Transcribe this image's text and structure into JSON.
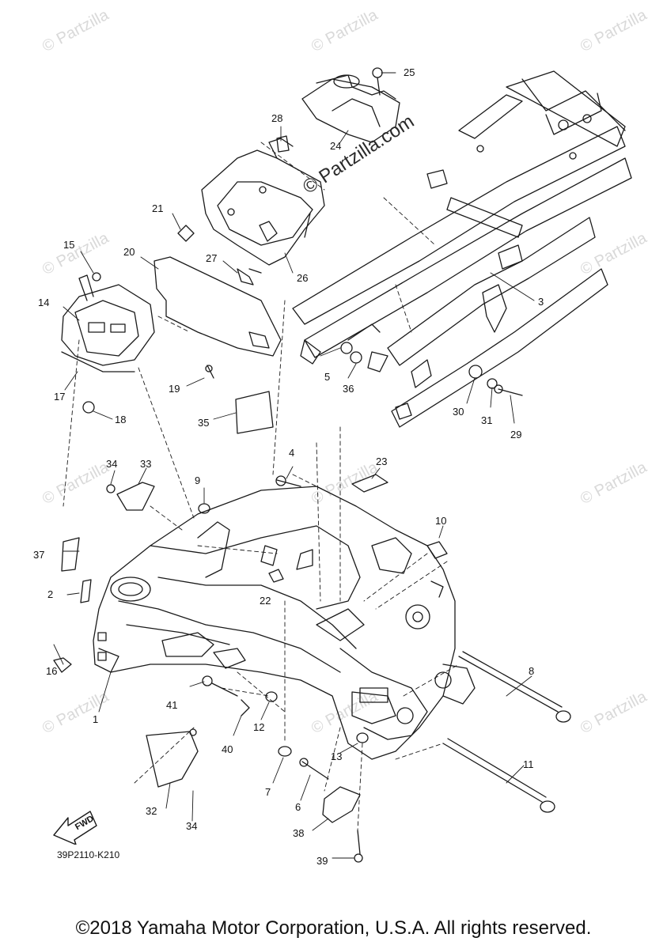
{
  "watermark": "© Partzilla",
  "center_watermark": "© Partzilla.com",
  "part_code": "39P2110-K210",
  "fwd_label": "FWD",
  "copyright": "©2018 Yamaha Motor Corporation, U.S.A. All rights reserved.",
  "callouts": {
    "n1": "1",
    "n2": "2",
    "n3": "3",
    "n4": "4",
    "n5": "5",
    "n6": "6",
    "n7": "7",
    "n8": "8",
    "n9": "9",
    "n10": "10",
    "n11": "11",
    "n12": "12",
    "n13": "13",
    "n14": "14",
    "n15": "15",
    "n16": "16",
    "n17": "17",
    "n18": "18",
    "n19": "19",
    "n20": "20",
    "n21": "21",
    "n22": "22",
    "n23": "23",
    "n24": "24",
    "n25": "25",
    "n26": "26",
    "n27": "27",
    "n28": "28",
    "n29": "29",
    "n30": "30",
    "n31": "31",
    "n32": "32",
    "n33": "33",
    "n34a": "34",
    "n34b": "34",
    "n35": "35",
    "n36": "36",
    "n37": "37",
    "n38": "38",
    "n39": "39",
    "n40": "40",
    "n41": "41"
  },
  "colors": {
    "line": "#1a1a1a",
    "watermark": "#d9d9d9",
    "background": "#ffffff"
  }
}
